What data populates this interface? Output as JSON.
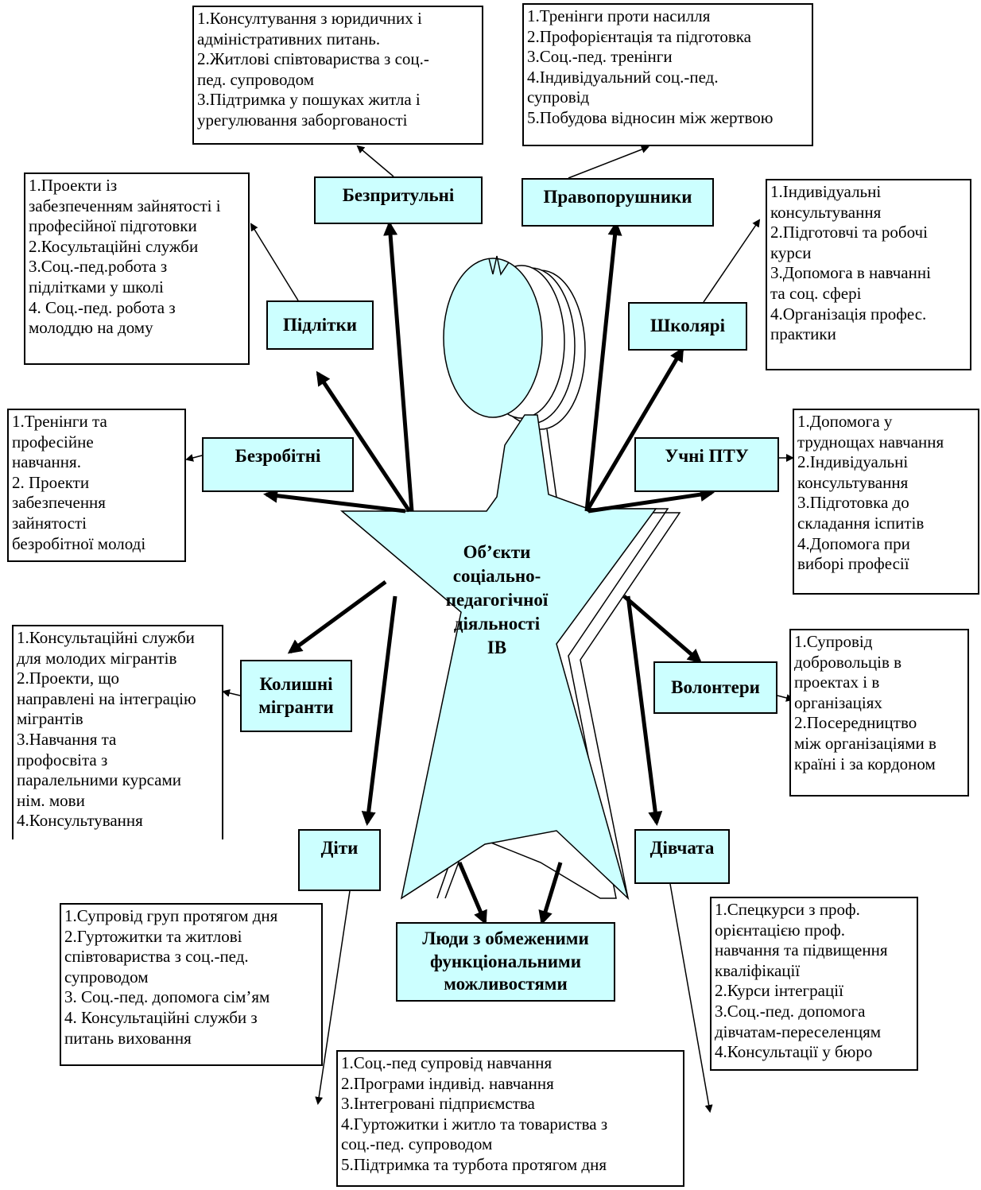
{
  "center": {
    "title": "Об’єкти\nсоціально-\nпедагогічної\nдіяльності\nІВ"
  },
  "categories": {
    "bezprytulni": "Безпритульні",
    "pravoporushnyky": "Правопорушники",
    "pidlitky": "Підлітки",
    "shkolyari": "Школярі",
    "bezrobitni": "Безробітні",
    "uchni_ptu": "Учні ПТУ",
    "kolyshni_migranty": "Колишні\nмігранти",
    "volontery": "Волонтери",
    "dity": "Діти",
    "divchata": "Дівчата",
    "lyudy": "Люди з обмеженими\nфункціональними\nможливостями"
  },
  "lists": {
    "bezprytulni": [
      "1.Консултування з юридичних і\nадміністративних питань.",
      "2.Житлові співтовариства з соц.-\nпед. супроводом",
      "3.Підтримка у пошуках житла і\nурегулювання заборгованості"
    ],
    "pravoporushnyky": [
      "1.Тренінги проти насилля",
      "2.Профорієнтація та підготовка",
      "3.Соц.-пед. тренінги",
      "4.Індивідуальний соц.-пед.\nсупровід",
      "5.Побудова відносин між жертвою"
    ],
    "pidlitky": [
      "1.Проекти із\nзабезпеченням зайнятості і\nпрофесійної підготовки",
      "2.Косультаційні служби",
      "3.Соц.-пед.робота з\nпідлітками у школі",
      "4. Соц.-пед. робота з\nмолоддю на дому"
    ],
    "shkolyari": [
      "1.Індивідуальні\nконсультування",
      "2.Підготовчі та робочі\nкурси",
      "3.Допомога в навчанні\nта соц. сфері",
      "4.Організація профес.\nпрактики"
    ],
    "bezrobitni": [
      "1.Тренінги та\nпрофесійне\nнавчання.",
      "2. Проекти\nзабезпечення\nзайнятості\nбезробітної молоді"
    ],
    "uchni_ptu": [
      "1.Допомога у\nтруднощах навчання",
      "2.Індивідуальні\nконсультування",
      "3.Підготовка до\nскладання іспитів",
      "4.Допомога при\nвиборі професії"
    ],
    "kolyshni_migranty": [
      "1.Консультаційні служби\nдля молодих мігрантів",
      "2.Проекти, що\nнаправлені на інтеграцію\nмігрантів",
      "3.Навчання та\nпрофосвіта з\nпаралельними курсами\nнім. мови",
      "4.Консультування"
    ],
    "volontery": [
      "1.Супровід\nдобровольців в\nпроектах і в\nорганізаціях",
      "2.Посередництво\nміж організаціями в\nкраїні і за кордоном"
    ],
    "dity": [
      "1.Супровід груп протягом дня",
      "2.Гуртожитки та житлові\nспівтовариства з соц.-пед.\nсупроводом",
      "3. Соц.-пед. допомога сім’ям",
      "4. Консультаційні служби з\nпитань виховання"
    ],
    "divchata": [
      "1.Спецкурси з проф.\nорієнтацією проф.\nнавчання та підвищення\nкваліфікації",
      "2.Курси інтеграції",
      "3.Соц.-пед. допомога\nдівчатам-переселенцям",
      "4.Консультації у бюро"
    ],
    "lyudy": [
      "1.Соц.-пед супровід навчання",
      "2.Програми індивід. навчання",
      "3.Інтегровані підприємства",
      "4.Гуртожитки і житло та товариства з\nсоц.-пед. супроводом",
      "5.Підтримка та турбота протягом дня"
    ]
  },
  "colors": {
    "box_fill": "#ccffff",
    "star_fill": "#ccffff",
    "line": "#000000"
  }
}
